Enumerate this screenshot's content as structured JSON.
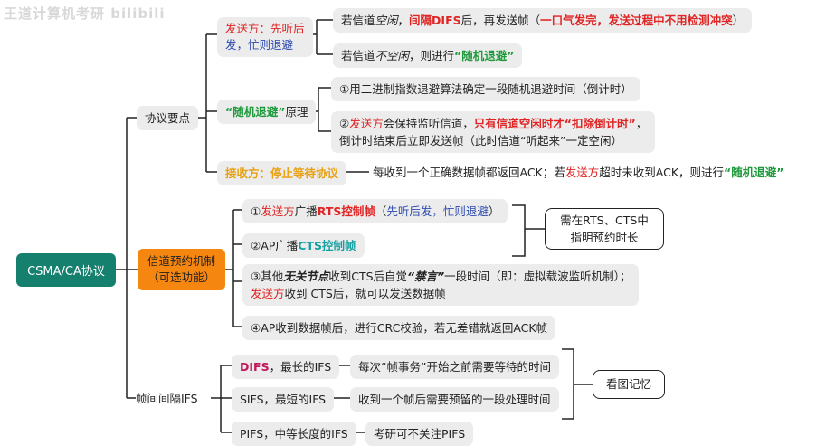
{
  "watermark": "王道计算机考研 bilibili",
  "root": "CSMA/CA协议",
  "protocol": {
    "label": "协议要点",
    "sender": {
      "label_line1": "发送方：先听后",
      "label_line2": "发，忙则退避",
      "leaf1": {
        "p1": "若信道",
        "p2": "空闲",
        "p3": "，",
        "p4": "间隔DIFS",
        "p5": "后，再发送帧（",
        "p6": "一口气发完，发送过程中不用检测冲突",
        "p7": "）"
      },
      "leaf2": {
        "p1": "若信道",
        "p2": "不空闲",
        "p3": "，则进行",
        "p4": "“随机退避”"
      }
    },
    "backoff": {
      "label_q": "“随机退避”",
      "label_rest": "原理",
      "leaf1": "①用二进制指数退避算法确定一段随机退避时间（倒计时）",
      "leaf2": {
        "p1": "②",
        "p2": "发送方",
        "p3": "会保持监听信道，",
        "p4": "只有信道空闲时才“扣除倒计时”",
        "p5": "，",
        "line2": "倒计时结束后立即发送帧（此时信道“听起来”一定空闲）"
      }
    },
    "receiver": {
      "label": "接收方：停止等待协议",
      "leaf": {
        "p1": "每收到一个正确数据帧都返回ACK；若",
        "p2": "发送方",
        "p3": "超时未收到ACK，则进行",
        "p4": "“随机退避”"
      }
    }
  },
  "reservation": {
    "label_line1": "信道预约机制",
    "label_line2": "（可选功能）",
    "item1": {
      "p1": "①",
      "p2": "发送方",
      "p3": "广播",
      "p4": "RTS控制帧",
      "p5": "（",
      "p6": "先听后发，忙则退避",
      "p7": "）"
    },
    "item2": {
      "p1": "②AP广播",
      "p2": "CTS控制帧"
    },
    "item3": {
      "p1": "③其他",
      "p2": "无关节点",
      "p3": "收到CTS后自觉",
      "p4": "“禁言”",
      "p5": "一段时间（即：虚拟载波监听机制）；",
      "l2a": "发送方",
      "l2b": "收到 CTS后，就可以发送数据帧"
    },
    "item4": "④AP收到数据帧后，进行CRC校验，若无差错就返回ACK帧",
    "note_line1": "需在RTS、CTS中",
    "note_line2": "指明预约时长"
  },
  "ifs": {
    "label": "帧间间隔IFS",
    "difs": {
      "p1": "DIFS",
      "p2": "，最长的IFS",
      "desc": "每次“帧事务”开始之前需要等待的时间"
    },
    "sifs": {
      "label": "SIFS，最短的IFS",
      "desc": "收到一个帧后需要预留的一段处理时间"
    },
    "pifs": {
      "label": "PIFS，中等长度的IFS",
      "desc": "考研可不关注PIFS"
    },
    "note": "看图记忆"
  }
}
